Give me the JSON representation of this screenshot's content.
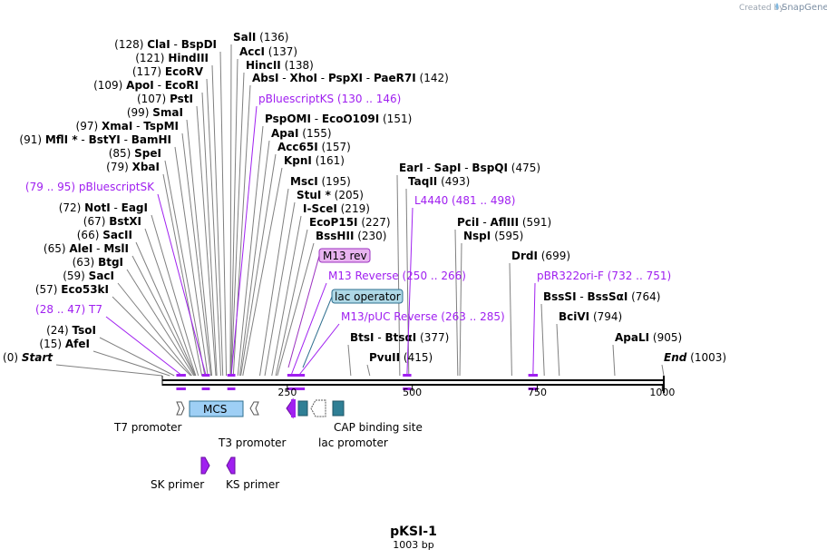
{
  "credit": {
    "created_by": "Created by",
    "brand": "SnapGene"
  },
  "plasmid": {
    "name": "pKSI-1",
    "length": "1003 bp",
    "total": 1003
  },
  "sites": [
    {
      "text": [
        "(0) ",
        "Start"
      ],
      "pos": 0,
      "italic": true
    },
    {
      "text": [
        "(15) ",
        "AfeI"
      ],
      "pos": 15
    },
    {
      "text": [
        "(24) ",
        "TsoI"
      ],
      "pos": 24
    },
    {
      "text": [
        "(57) ",
        "Eco53kI"
      ],
      "pos": 57
    },
    {
      "text": [
        "(59) ",
        "SacI"
      ],
      "pos": 59
    },
    {
      "text": [
        "(63) ",
        "BtgI"
      ],
      "pos": 63
    },
    {
      "text": [
        "(65) ",
        "AleI",
        " - ",
        "MslI"
      ],
      "pos": 65
    },
    {
      "text": [
        "(66) ",
        "SacII"
      ],
      "pos": 66
    },
    {
      "text": [
        "(67) ",
        "BstXI"
      ],
      "pos": 67
    },
    {
      "text": [
        "(72) ",
        "NotI",
        " - ",
        "EagI"
      ],
      "pos": 72
    },
    {
      "text": [
        "(79) ",
        "XbaI"
      ],
      "pos": 79
    },
    {
      "text": [
        "(85) ",
        "SpeI"
      ],
      "pos": 85
    },
    {
      "text": [
        "(91) ",
        "MflI *",
        " - ",
        "BstYI",
        " - ",
        "BamHI"
      ],
      "pos": 91
    },
    {
      "text": [
        "(97) ",
        "XmaI",
        " - ",
        "TspMI"
      ],
      "pos": 97
    },
    {
      "text": [
        "(99) ",
        "SmaI"
      ],
      "pos": 99
    },
    {
      "text": [
        "(107) ",
        "PstI"
      ],
      "pos": 107
    },
    {
      "text": [
        "(109) ",
        "ApoI",
        " - ",
        "EcoRI"
      ],
      "pos": 109
    },
    {
      "text": [
        "(117) ",
        "EcoRV"
      ],
      "pos": 117
    },
    {
      "text": [
        "(121) ",
        "HindIII"
      ],
      "pos": 121
    },
    {
      "text": [
        "(128) ",
        "ClaI",
        " - ",
        "BspDI"
      ],
      "pos": 128
    },
    {
      "text": [
        "SalI",
        "  (136)"
      ],
      "pos": 136
    },
    {
      "text": [
        "AccI",
        "  (137)"
      ],
      "pos": 137
    },
    {
      "text": [
        "HincII",
        "  (138)"
      ],
      "pos": 138
    },
    {
      "text": [
        "AbsI",
        " - ",
        "XhoI",
        " - ",
        "PspXI",
        " - ",
        "PaeR7I",
        "  (142)"
      ],
      "pos": 142
    },
    {
      "text": [
        "PspOMI",
        " - ",
        "EcoO109I",
        "  (151)"
      ],
      "pos": 151
    },
    {
      "text": [
        "ApaI",
        "  (155)"
      ],
      "pos": 155
    },
    {
      "text": [
        "Acc65I",
        "  (157)"
      ],
      "pos": 157
    },
    {
      "text": [
        "KpnI",
        "  (161)"
      ],
      "pos": 161
    },
    {
      "text": [
        "MscI",
        "  (195)"
      ],
      "pos": 195
    },
    {
      "text": [
        "StuI *",
        "  (205)"
      ],
      "pos": 205
    },
    {
      "text": [
        "I-SceI",
        "  (219)"
      ],
      "pos": 219
    },
    {
      "text": [
        "EcoP15I",
        "  (227)"
      ],
      "pos": 227
    },
    {
      "text": [
        "BssHII",
        "  (230)"
      ],
      "pos": 230
    },
    {
      "text": [
        "BtsI",
        " - ",
        "BtsαI",
        "  (377)"
      ],
      "pos": 377
    },
    {
      "text": [
        "PvuII",
        "  (415)"
      ],
      "pos": 415
    },
    {
      "text": [
        "EarI",
        " - ",
        "SapI",
        " - ",
        "BspQI",
        "  (475)"
      ],
      "pos": 475
    },
    {
      "text": [
        "TaqII",
        "  (493)"
      ],
      "pos": 493
    },
    {
      "text": [
        "PciI",
        " - ",
        "AflIII",
        "  (591)"
      ],
      "pos": 591
    },
    {
      "text": [
        "NspI",
        "  (595)"
      ],
      "pos": 595
    },
    {
      "text": [
        "DrdI",
        "  (699)"
      ],
      "pos": 699
    },
    {
      "text": [
        "BssSI",
        " - ",
        "BssSαI",
        "  (764)"
      ],
      "pos": 764
    },
    {
      "text": [
        "BciVI",
        "  (794)"
      ],
      "pos": 794
    },
    {
      "text": [
        "ApaLI",
        "  (905)"
      ],
      "pos": 905
    },
    {
      "text": [
        "End",
        "  (1003)"
      ],
      "pos": 1003,
      "italic": true
    }
  ],
  "primers": [
    {
      "label": "(28 .. 47)  T7",
      "start": 28,
      "end": 47
    },
    {
      "label": "(79 .. 95)  pBluescriptSK",
      "start": 79,
      "end": 95
    },
    {
      "label": "pBluescriptKS  (130 .. 146)",
      "start": 130,
      "end": 146
    },
    {
      "label": "M13 Reverse  (250 .. 266)",
      "start": 250,
      "end": 266
    },
    {
      "label": "M13/pUC Reverse  (263 .. 285)",
      "start": 263,
      "end": 285
    },
    {
      "label": "L4440  (481 .. 498)",
      "start": 481,
      "end": 498
    },
    {
      "label": "pBR322ori-F  (732 .. 751)",
      "start": 732,
      "end": 751
    }
  ],
  "boxed_features": [
    {
      "label": "M13 rev",
      "fill": "#e8b4f0",
      "stroke": "#9b30c0"
    },
    {
      "label": "lac operator",
      "fill": "#aed8e6",
      "stroke": "#2f6f8f"
    }
  ],
  "features": [
    {
      "label": "MCS",
      "type": "box",
      "color": "#9ecff5"
    },
    {
      "label": "T7 promoter",
      "color": "#ffffff"
    },
    {
      "label": "T3 promoter",
      "color": "#ffffff"
    },
    {
      "label": "lac promoter",
      "color": "#ffffff"
    },
    {
      "label": "CAP binding site",
      "color": "#2f7f95"
    },
    {
      "label": "SK primer",
      "color": "#a020f0"
    },
    {
      "label": "KS primer",
      "color": "#a020f0"
    }
  ],
  "ticks": [
    "250",
    "500",
    "750",
    "1000"
  ],
  "colors": {
    "primer": "#a020f0",
    "backbone": "#000000",
    "leader": "#808080"
  }
}
